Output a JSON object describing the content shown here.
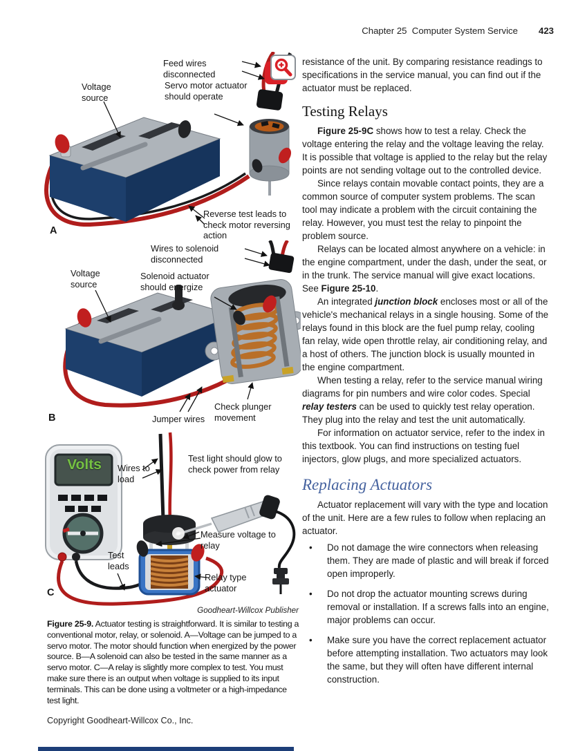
{
  "colors": {
    "heading_accent": "#44619e",
    "footer_bar": "#1d3e78",
    "battery_blue": "#1d3f6c",
    "coil_copper": "#b96f28",
    "display_green": "#76c043",
    "zoom_icon_red": "#d92027",
    "lead_red": "#b5201d",
    "lead_black": "#1a1a1c"
  },
  "header": {
    "chapter": "Chapter 25  Computer System Service",
    "page_number": "423"
  },
  "figure": {
    "zoom_icon": "magnifier-plus",
    "credit": "Goodheart-Willcox Publisher",
    "caption_label": "Figure 25-9.",
    "caption_text": " Actuator testing is straightforward. It is similar to testing a conventional motor, relay, or solenoid. A—Voltage can be jumped to a servo motor. The motor should function when energized by the power source. B—A solenoid can also be tested in the same manner as a servo motor. C—A relay is slightly more complex to test. You must make sure there is an output when voltage is supplied to its input terminals. This can be done using a voltmeter or a high-impedance test light.",
    "diagram_a": {
      "letter": "A",
      "label_voltage_source": "Voltage source",
      "label_feed_wires": "Feed wires disconnected",
      "label_servo": "Servo motor actuator should operate",
      "label_reverse": "Reverse test leads to check motor reversing action"
    },
    "diagram_b": {
      "letter": "B",
      "label_wires_solenoid": "Wires to solenoid disconnected",
      "label_voltage_source": "Voltage source",
      "label_solenoid": "Solenoid actuator should energize",
      "label_check_plunger": "Check plunger movement",
      "label_jumper": "Jumper wires"
    },
    "diagram_c": {
      "letter": "C",
      "display": "Volts",
      "label_wires_load": "Wires to load",
      "label_test_light": "Test light should glow to check power from relay",
      "label_measure": "Measure voltage to relay",
      "label_test_leads": "Test leads",
      "label_relay": "Relay type actuator"
    }
  },
  "article": {
    "intro_continued": "resistance of the unit. By comparing resistance readings to specifications in the service manual, you can find out if the actuator must be replaced.",
    "testing_relays": {
      "heading": "Testing Relays",
      "p1": {
        "b": "Figure 25-9C",
        "t": " shows how to test a relay. Check the voltage entering the relay and the voltage leaving the relay. It is possible that voltage is applied to the relay but the relay points are not sending voltage out to the controlled device."
      },
      "p2": "Since relays contain movable contact points, they are a common source of computer system problems. The scan tool may indicate a problem with the circuit containing the relay. However, you must test the relay to pinpoint the problem source.",
      "p3": {
        "t1": "Relays can be located almost anywhere on a vehicle: in the engine compartment, under the dash, under the seat, or in the trunk. The service manual will give exact locations. See ",
        "b": "Figure 25-10",
        "t2": "."
      },
      "p4": {
        "t1": "An integrated ",
        "bi": "junction block",
        "t2": " encloses most or all of the vehicle's mechanical relays in a single housing. Some of the relays found in this block are the fuel pump relay, cooling fan relay, wide open throttle relay, air conditioning relay, and a host of others. The junction block is usually mounted in the engine compartment."
      },
      "p5": {
        "t1": "When testing a relay, refer to the service manual wiring diagrams for pin numbers and wire color codes. Special ",
        "bi": "relay testers",
        "t2": " can be used to quickly test relay operation. They plug into the relay and test the unit automatically."
      },
      "p6": "For information on actuator service, refer to the index in this textbook. You can find instructions on testing fuel injectors, glow plugs, and more specialized actuators."
    },
    "replacing_actuators": {
      "heading": "Replacing Actuators",
      "p1": "Actuator replacement will vary with the type and location of the unit. Here are a few rules to follow when replacing an actuator.",
      "bullets": [
        "Do not damage the wire connectors when releasing them. They are made of plastic and will break if forced open improperly.",
        "Do not drop the actuator mounting screws during removal or installation. If a screws falls into an engine, major problems can occur.",
        "Make sure you have the correct replacement actuator before attempting installation. Two actuators may look the same, but they will often have different internal construction."
      ]
    }
  },
  "footer": {
    "copyright": "Copyright Goodheart-Willcox Co., Inc."
  }
}
